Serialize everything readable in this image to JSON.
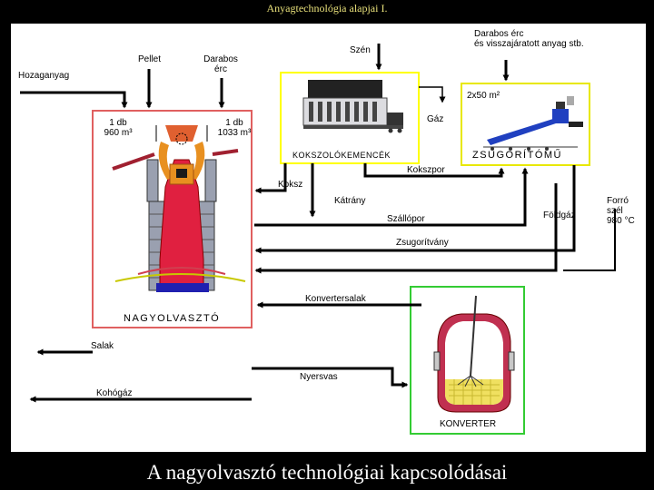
{
  "slide": {
    "title": "Anyagtechnológia alapjai I.",
    "caption": "A nagyolvasztó technológiai kapcsolódásai"
  },
  "labels": {
    "hozaganyag": "Hozaganyag",
    "pellet": "Pellet",
    "darabos_erc_1": "Darabos",
    "darabos_erc_2": "érc",
    "szen": "Szén",
    "darabos_ero_1": "Darabos érc",
    "darabos_ero_2": "és visszajáratott anyag stb.",
    "furnace1_count": "1 db",
    "furnace1_volume": "960 m³",
    "furnace2_count": "1 db",
    "furnace2_volume": "1033 m³",
    "sinter_size": "2x50 m²",
    "gaz": "Gáz",
    "kokszolokemencek": "KOKSZOLÓKEMENCÉK",
    "zsugoritomu": "ZSUGORÍTÓMŰ",
    "kokszpor": "Kokszpor",
    "koksz": "Koksz",
    "katrany": "Kátrány",
    "szallopor": "Szállópor",
    "foldgaz": "Földgáz",
    "forro_szel_1": "Forró",
    "forro_szel_2": "szél",
    "forro_szel_3": "980 °C",
    "zsugoritvany": "Zsugorítvány",
    "konvertersalak": "Konvertersalak",
    "nagyolvaszto": "NAGYOLVASZTÓ",
    "salak": "Salak",
    "nyersvas": "Nyersvas",
    "kohogaz": "Kohógáz",
    "konverter": "KONVERTER"
  },
  "colors": {
    "furnace_border": "#e06060",
    "coke_border": "#ffff00",
    "sinter_border": "#e8e800",
    "converter_border": "#33cc33",
    "furnace_body": "#e02040",
    "flame": "#e89020",
    "converter_shell": "#c03050",
    "melt": "#f0e060"
  }
}
